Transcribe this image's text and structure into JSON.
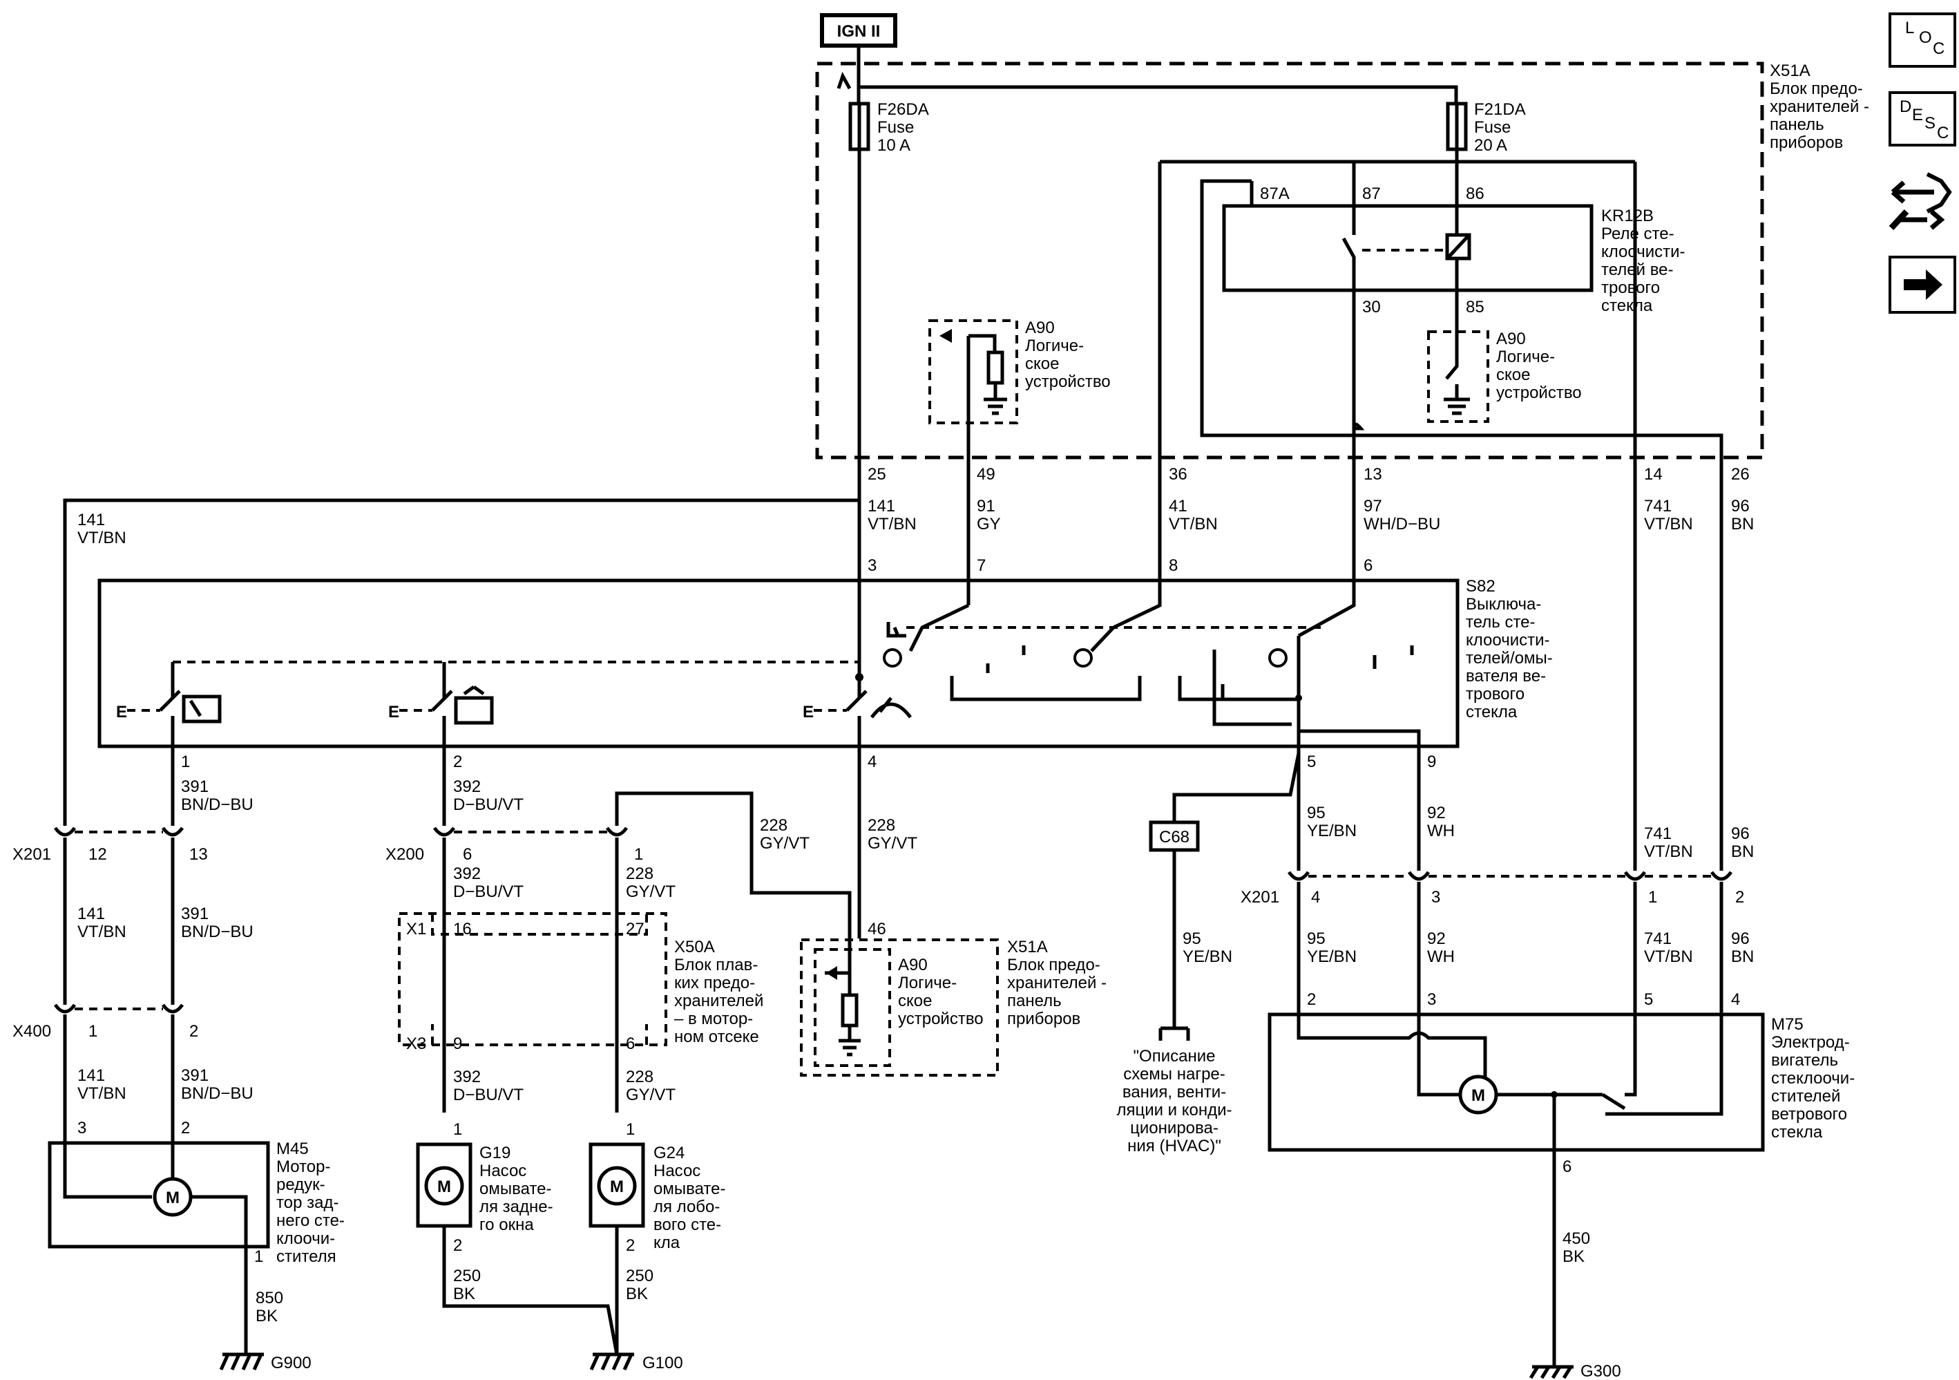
{
  "ign_label": "IGN II",
  "x51a_label": [
    "X51A",
    "Блок предо-",
    "хранителей -",
    "панель",
    "приборов"
  ],
  "fuse_f26da": [
    "F26DA",
    "Fuse",
    "10 A"
  ],
  "fuse_f21da": [
    "F21DA",
    "Fuse",
    "20 A"
  ],
  "relay_kr12b": [
    "KR12B",
    "Реле сте-",
    "клоочисти-",
    "телей ве-",
    "трового",
    "стекла"
  ],
  "relay_pins": {
    "p87a": "87A",
    "p87": "87",
    "p86": "86",
    "p30": "30",
    "p85": "85"
  },
  "a90_label": [
    "A90",
    "Логиче-",
    "ское",
    "устройство"
  ],
  "x51a_pins": {
    "p25": "25",
    "p49": "49",
    "p36": "36",
    "p13": "13",
    "p14": "14",
    "p26": "26"
  },
  "wires": {
    "w141_left": [
      "141",
      "VT/BN"
    ],
    "w141": [
      "141",
      "VT/BN"
    ],
    "w91": [
      "91",
      "GY"
    ],
    "w41": [
      "41",
      "VT/BN"
    ],
    "w97": [
      "97",
      "WH/D−BU"
    ],
    "w741": [
      "741",
      "VT/BN"
    ],
    "w96": [
      "96",
      "BN"
    ],
    "w391a": [
      "391",
      "BN/D−BU"
    ],
    "w392a": [
      "392",
      "D−BU/VT"
    ],
    "w228a": [
      "228",
      "GY/VT"
    ],
    "w228b": [
      "228",
      "GY/VT"
    ],
    "w95a": [
      "95",
      "YE/BN"
    ],
    "w92a": [
      "92",
      "WH"
    ],
    "w141b": [
      "141",
      "VT/BN"
    ],
    "w391b": [
      "391",
      "BN/D−BU"
    ],
    "w392b": [
      "392",
      "D−BU/VT"
    ],
    "w228c": [
      "228",
      "GY/VT"
    ],
    "w95b": [
      "95",
      "YE/BN"
    ],
    "w95c": [
      "95",
      "YE/BN"
    ],
    "w92b": [
      "92",
      "WH"
    ],
    "w741b": [
      "741",
      "VT/BN"
    ],
    "w96b": [
      "96",
      "BN"
    ],
    "w141c": [
      "141",
      "VT/BN"
    ],
    "w391c": [
      "391",
      "BN/D−BU"
    ],
    "w392c": [
      "392",
      "D−BU/VT"
    ],
    "w228d": [
      "228",
      "GY/VT"
    ],
    "w850": [
      "850",
      "BK"
    ],
    "w250a": [
      "250",
      "BK"
    ],
    "w250b": [
      "250",
      "BK"
    ],
    "w450": [
      "450",
      "BK"
    ]
  },
  "s82_pins": {
    "p3": "3",
    "p7": "7",
    "p8": "8",
    "p6": "6",
    "p1": "1",
    "p2": "2",
    "p4": "4",
    "p5": "5",
    "p9": "9"
  },
  "s82_label": [
    "S82",
    "Выключа-",
    "тель сте-",
    "клоочисти-",
    "телей/омы-",
    "вателя ве-",
    "трового",
    "стекла"
  ],
  "x201": {
    "label": "X201",
    "p12": "12",
    "p13": "13",
    "p4": "4",
    "p3": "3",
    "p1": "1",
    "p2": "2"
  },
  "x200": {
    "label": "X200",
    "p6": "6",
    "p1": "1"
  },
  "x400": {
    "label": "X400",
    "p1": "1",
    "p2": "2"
  },
  "x50a": {
    "x1": "X1",
    "x3": "X3",
    "p16": "16",
    "p27": "27",
    "p9": "9",
    "p6": "6",
    "label": [
      "X50A",
      "Блок плав-",
      "ких предо-",
      "хранителей",
      "– в мотор-",
      "ном отсеке"
    ]
  },
  "x51a_b": {
    "p46": "46",
    "label": [
      "X51A",
      "Блок предо-",
      "хранителей -",
      "панель",
      "приборов"
    ]
  },
  "c68": "C68",
  "hvac_ref": [
    "\"Описание",
    "схемы нагре-",
    "вания, венти-",
    "ляции и конди-",
    "ционирова-",
    "ния (HVAC)\""
  ],
  "m45": {
    "label": [
      "M45",
      "Мотор-",
      "редук-",
      "тор зад-",
      "него сте-",
      "клоочи-",
      "стителя"
    ],
    "p3": "3",
    "p2": "2",
    "p1": "1"
  },
  "g19": {
    "label": [
      "G19",
      "Насос",
      "омывате-",
      "ля задне-",
      "го окна"
    ],
    "p1": "1",
    "p2": "2"
  },
  "g24": {
    "label": [
      "G24",
      "Насос",
      "омывате-",
      "ля лобо-",
      "вого сте-",
      "кла"
    ],
    "p1": "1",
    "p2": "2"
  },
  "m75": {
    "label": [
      "M75",
      "Электрод-",
      "вигатель",
      "стеклоочи-",
      "стителей",
      "ветрового",
      "стекла"
    ],
    "p2": "2",
    "p3": "3",
    "p5": "5",
    "p4": "4",
    "p6": "6"
  },
  "motor_symbol": "M",
  "grounds": {
    "g900": "G900",
    "g100": "G100",
    "g300": "G300"
  },
  "switch_e": "E",
  "side_icons": {
    "loc": [
      "L",
      "O",
      "C"
    ],
    "desc": [
      "D",
      "E",
      "S",
      "C"
    ]
  }
}
